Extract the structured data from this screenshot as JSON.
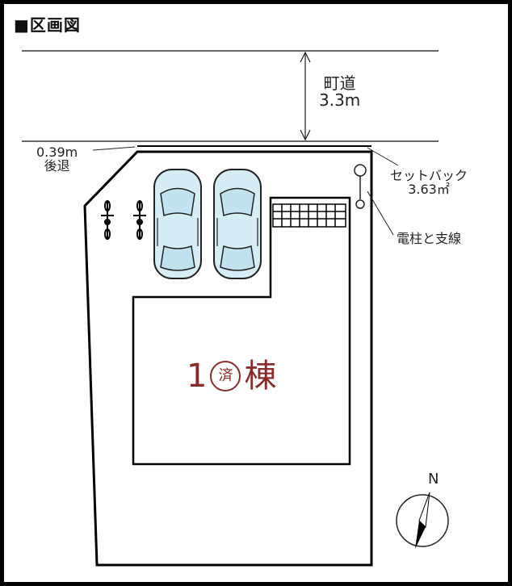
{
  "title": "■区画図",
  "road": {
    "name": "町道",
    "width": "3.3m"
  },
  "setback_left": {
    "distance": "0.39m",
    "label": "後退"
  },
  "setback_right": {
    "label": "セットバック",
    "area": "3.63㎡"
  },
  "pole_label": "電柱と支線",
  "building": {
    "number": "1",
    "stamp": "済",
    "unit": "棟"
  },
  "north": "N",
  "colors": {
    "building_text": "#8a2b2b",
    "car_fill": "#d6edf5",
    "border": "#000000"
  }
}
